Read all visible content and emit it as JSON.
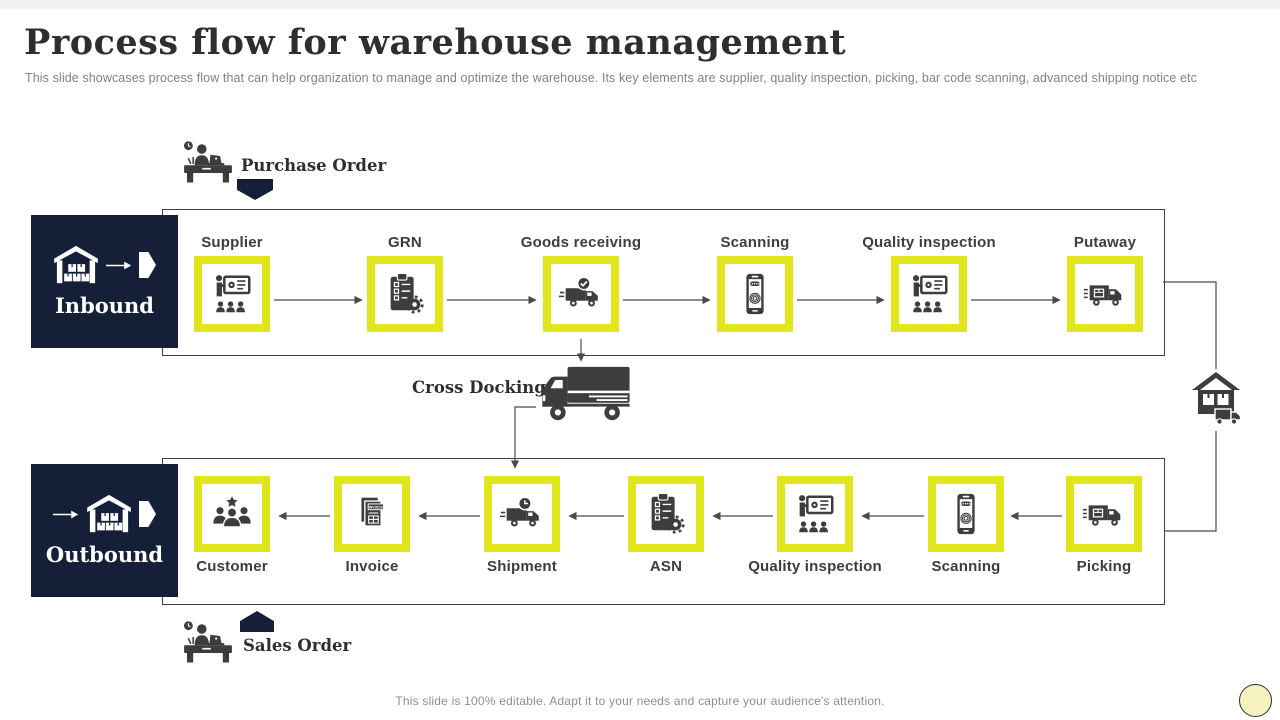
{
  "header": {
    "title": "Process flow for warehouse management",
    "subtitle": "This slide showcases process flow that can help organization to manage and optimize the warehouse. Its key  elements are supplier, quality inspection, picking, bar code scanning, advanced shipping notice etc"
  },
  "flow": {
    "purchase_order_label": "Purchase Order",
    "cross_docking_label": "Cross Docking",
    "sales_order_label": "Sales Order",
    "inbound_label": "Inbound",
    "outbound_label": "Outbound",
    "inbound_steps": [
      {
        "label": "Supplier",
        "icon": "presenter-icon"
      },
      {
        "label": "GRN",
        "icon": "clipboard-gear-icon"
      },
      {
        "label": "Goods receiving",
        "icon": "truck-check-icon"
      },
      {
        "label": "Scanning",
        "icon": "phone-fingerprint-icon"
      },
      {
        "label": "Quality inspection",
        "icon": "presenter-icon"
      },
      {
        "label": "Putaway",
        "icon": "truck-boxes-icon"
      }
    ],
    "outbound_steps": [
      {
        "label": "Customer",
        "icon": "people-star-icon"
      },
      {
        "label": "Invoice",
        "icon": "invoice-icon"
      },
      {
        "label": "Shipment",
        "icon": "truck-clock-icon"
      },
      {
        "label": "ASN",
        "icon": "clipboard-gear-icon"
      },
      {
        "label": "Quality inspection",
        "icon": "presenter-icon"
      },
      {
        "label": "Scanning",
        "icon": "phone-fingerprint-icon"
      },
      {
        "label": "Picking",
        "icon": "truck-boxes-icon"
      }
    ]
  },
  "footer": {
    "note": "This slide is 100% editable. Adapt it to your needs and capture your audience's attention."
  },
  "colors": {
    "navy": "#161f38",
    "accent_yellow": "#e0e51c",
    "icon_gray": "#3d3d3d",
    "pale_circle": "#f6f2bf"
  }
}
